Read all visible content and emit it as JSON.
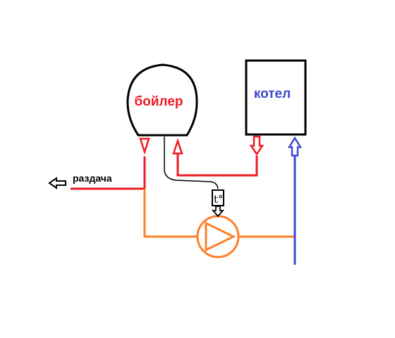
{
  "labels": {
    "boiler": "бойлер",
    "kotel": "котел",
    "razdacha": "раздача",
    "sensor": "t°"
  },
  "colors": {
    "hot": "#ee1c24",
    "return": "#3f48cc",
    "pump_line": "#ff7f27",
    "outline": "#000000",
    "background": "#ffffff"
  },
  "icons": {
    "boiler": "ellipse-tank-icon",
    "kotel": "rectangle-boiler-icon",
    "pump": "pump-triangle-icon",
    "sensor": "temperature-sensor-icon",
    "arrows": "hollow-arrow-icon"
  }
}
